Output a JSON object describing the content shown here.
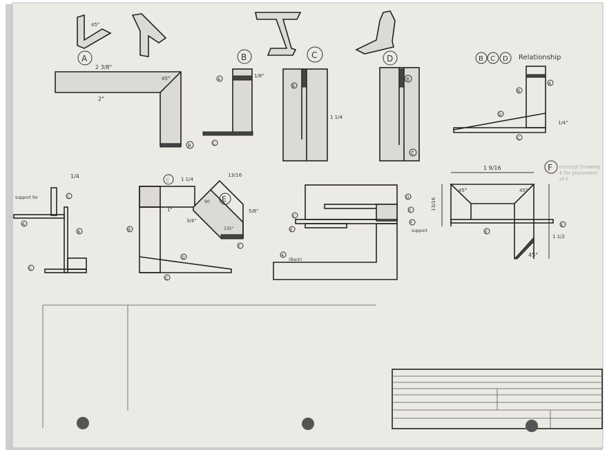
{
  "sheet": {
    "paper_color": "#eceae4",
    "views": {
      "a": "A",
      "b": "B",
      "c": "C",
      "d": "D",
      "e": "E",
      "e2": "E",
      "f": "F"
    },
    "relationship_title": "Relationship",
    "relationship_circles": [
      "B",
      "C",
      "D"
    ],
    "dims": {
      "top_width": "2 3/8\"",
      "inner": "2\"",
      "angle45": "45°",
      "b_small": "1/8\"",
      "c_len": "1 1/4",
      "quarter": "1/4\"",
      "quarter2": "1/4",
      "e_width": "1 1/4",
      "e_diag": "13/16",
      "e_diag2": "5/8\"",
      "e_short": "3/4\"",
      "e_inch": "1\"",
      "e_angle": "135°",
      "e_angle90": "90",
      "f_width": "1 9/16",
      "f_height": "13/16",
      "f_height2": "1 1/2",
      "f_angle1": "45°",
      "f_angle2": "45°",
      "f_angle3": "45°"
    },
    "notes": {
      "support_for": "support for",
      "support": "support",
      "back": "(Back)",
      "concept": [
        "concept Drawing",
        "E for placement",
        "of F"
      ]
    }
  }
}
